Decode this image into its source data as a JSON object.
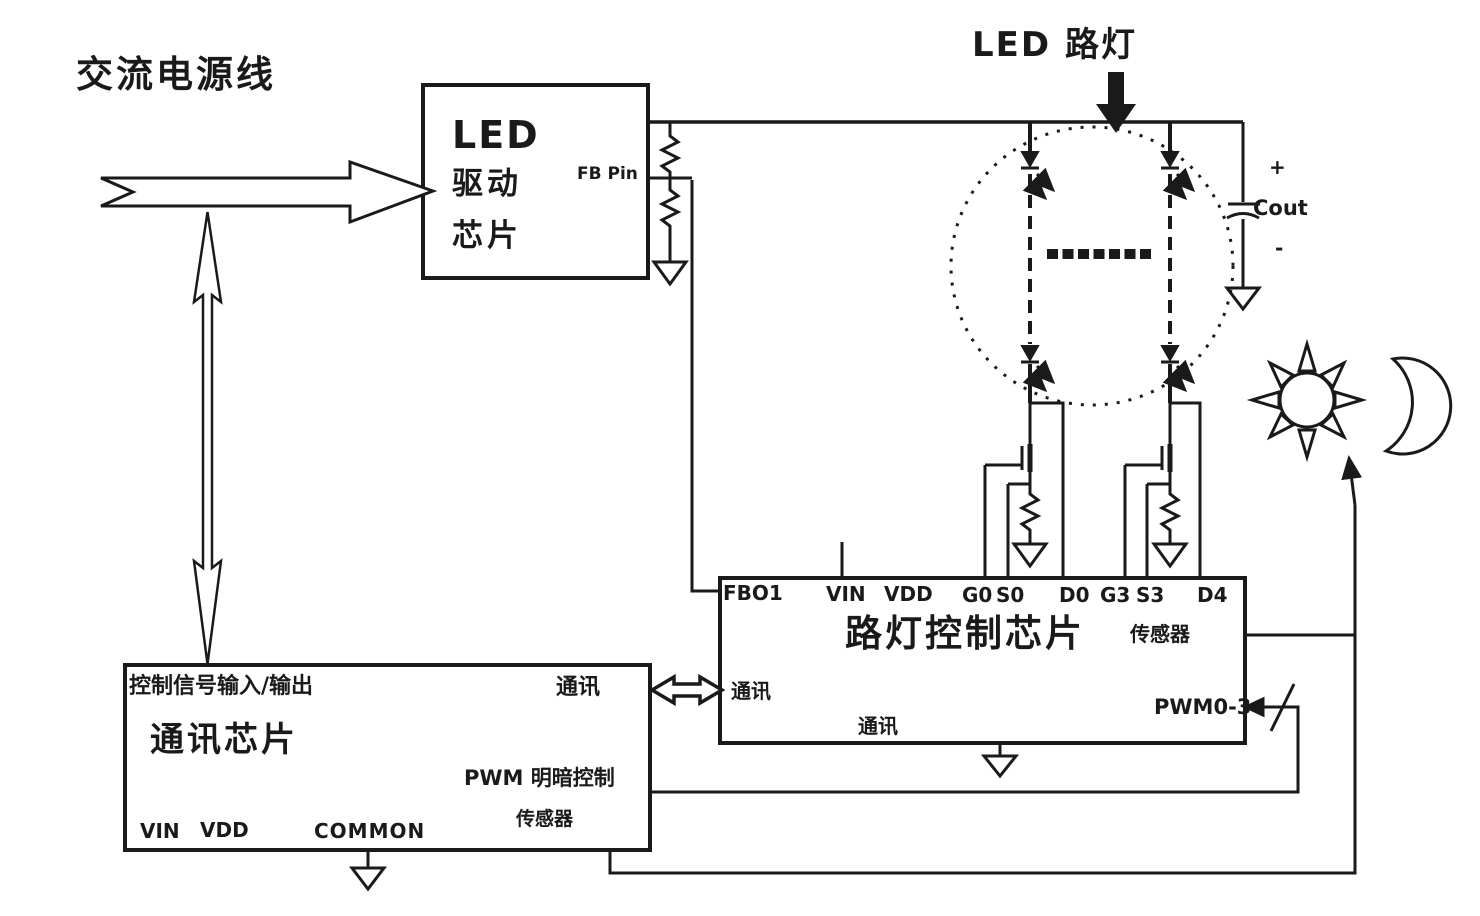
{
  "labels": {
    "ac_power_line": "交流电源线",
    "led_street_lamp": "LED 路灯",
    "cout": "Cout",
    "plus": "+",
    "minus": "-"
  },
  "driver_chip": {
    "line1": "LED",
    "line2": "驱动",
    "line3": "芯片",
    "fb_pin": "FB Pin"
  },
  "control_chip": {
    "title": "路灯控制芯片",
    "pins": [
      "FBO1",
      "VIN",
      "VDD",
      "G0",
      "S0",
      "D0",
      "G3",
      "S3",
      "D4"
    ],
    "sensor": "传感器",
    "comm_left": "通讯",
    "comm_bottom": "通讯",
    "pwm": "PWM0-3"
  },
  "comm_chip": {
    "io": "控制信号输入/输出",
    "comm": "通讯",
    "title": "通讯芯片",
    "pwm_dim": "PWM 明暗控制",
    "sensor": "传感器",
    "pins": [
      "VIN",
      "VDD",
      "COMMON"
    ]
  },
  "colors": {
    "ink": "#1a1a1a",
    "background": "#ffffff"
  }
}
